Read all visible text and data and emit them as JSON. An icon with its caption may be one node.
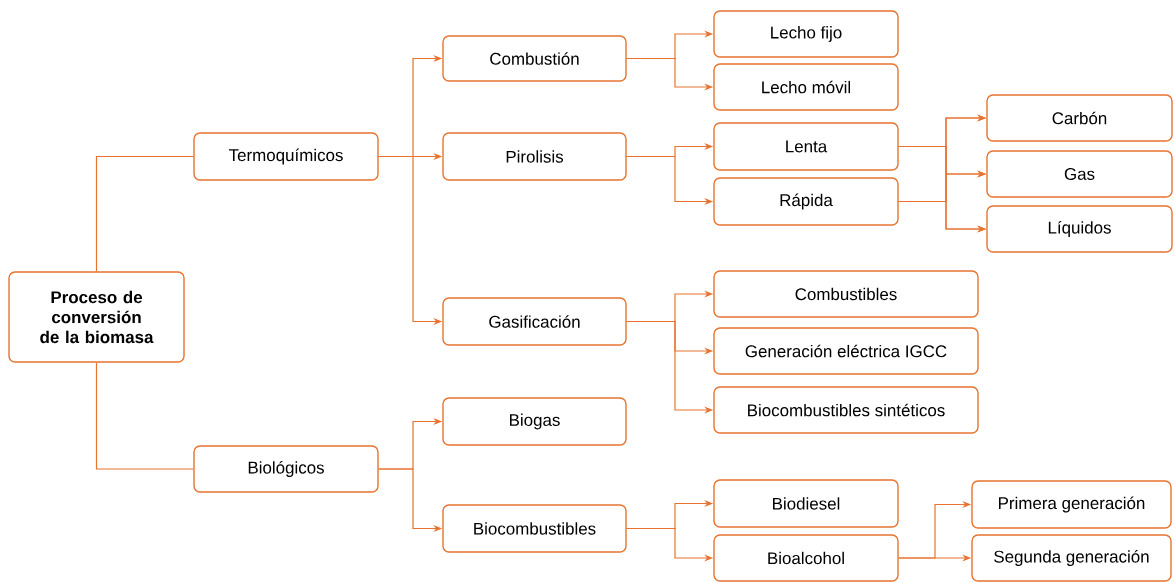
{
  "diagram": {
    "nodes": [
      {
        "text": [
          "Proceso de conversión de la biomasa"
        ]
      },
      {
        "text": [
          "Termoquímicos"
        ]
      },
      {
        "text": [
          "Biológicos"
        ]
      },
      {
        "text": [
          "Combustión"
        ]
      },
      {
        "text": [
          "Pirolisis"
        ]
      },
      {
        "text": [
          "Gasificación"
        ]
      },
      {
        "text": [
          "Biogas"
        ]
      },
      {
        "text": [
          "Biocombustibles"
        ]
      },
      {
        "text": [
          "Lecho fijo"
        ]
      },
      {
        "text": [
          "Lecho móvil"
        ]
      },
      {
        "text": [
          "Lenta"
        ]
      },
      {
        "text": [
          "Rápida"
        ]
      },
      {
        "text": [
          "Combustibles"
        ]
      },
      {
        "text": [
          "Generación eléctrica IGCC"
        ]
      },
      {
        "text": [
          "Biocombustibles sintéticos"
        ]
      },
      {
        "text": [
          "Biodiesel"
        ]
      },
      {
        "text": [
          "Bioalcohol"
        ]
      },
      {
        "text": [
          "Carbón"
        ]
      },
      {
        "text": [
          "Gas"
        ]
      },
      {
        "text": [
          "Líquidos"
        ]
      },
      {
        "text": [
          "Primera generación"
        ]
      },
      {
        "text": [
          "Segunda generación"
        ]
      }
    ],
    "edges": [
      {
        "from": 0,
        "to": 1,
        "arrow": "none"
      },
      {
        "from": 0,
        "to": 2,
        "arrow": "none"
      },
      {
        "from": 1,
        "to": 3,
        "arrow": "to"
      },
      {
        "from": 1,
        "to": 4,
        "arrow": "to"
      },
      {
        "from": 1,
        "to": 5,
        "arrow": "to"
      },
      {
        "from": 2,
        "to": 6,
        "arrow": "to"
      },
      {
        "from": 2,
        "to": 7,
        "arrow": "to"
      },
      {
        "from": 3,
        "to": 8,
        "arrow": "to"
      },
      {
        "from": 3,
        "to": 9,
        "arrow": "to"
      },
      {
        "from": 4,
        "to": 10,
        "arrow": "to"
      },
      {
        "from": 4,
        "to": 11,
        "arrow": "to"
      },
      {
        "from": 10,
        "to": 17,
        "arrow": "to"
      },
      {
        "from": 10,
        "to": 18,
        "arrow": "to"
      },
      {
        "from": 10,
        "to": 19,
        "arrow": "to"
      },
      {
        "from": 11,
        "to": 17,
        "arrow": "to"
      },
      {
        "from": 11,
        "to": 18,
        "arrow": "to"
      },
      {
        "from": 11,
        "to": 19,
        "arrow": "to"
      },
      {
        "from": 5,
        "to": 12,
        "arrow": "to"
      },
      {
        "from": 5,
        "to": 13,
        "arrow": "to"
      },
      {
        "from": 5,
        "to": 14,
        "arrow": "to"
      },
      {
        "from": 7,
        "to": 15,
        "arrow": "to"
      },
      {
        "from": 7,
        "to": 16,
        "arrow": "to"
      },
      {
        "from": 16,
        "to": 20,
        "arrow": "to"
      },
      {
        "from": 16,
        "to": 21,
        "arrow": "to"
      }
    ]
  }
}
